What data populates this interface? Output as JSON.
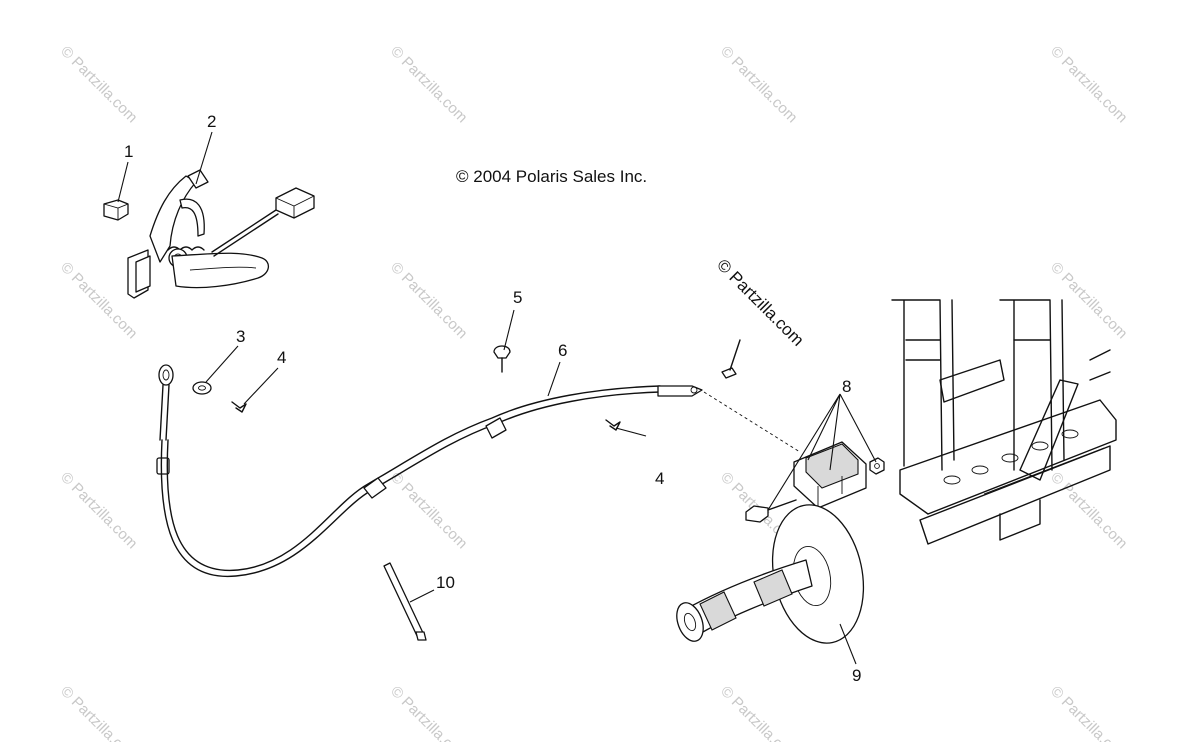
{
  "copyright": "© 2004 Polaris Sales Inc.",
  "watermark": {
    "text": "© Partzilla.com",
    "prominent_text": "© Partzilla.com"
  },
  "callouts": [
    "1",
    "2",
    "3",
    "4",
    "4",
    "5",
    "6",
    "8",
    "9",
    "10"
  ],
  "colors": {
    "ink": "#111111",
    "watermark": "#c8c8c8",
    "background": "#ffffff"
  }
}
